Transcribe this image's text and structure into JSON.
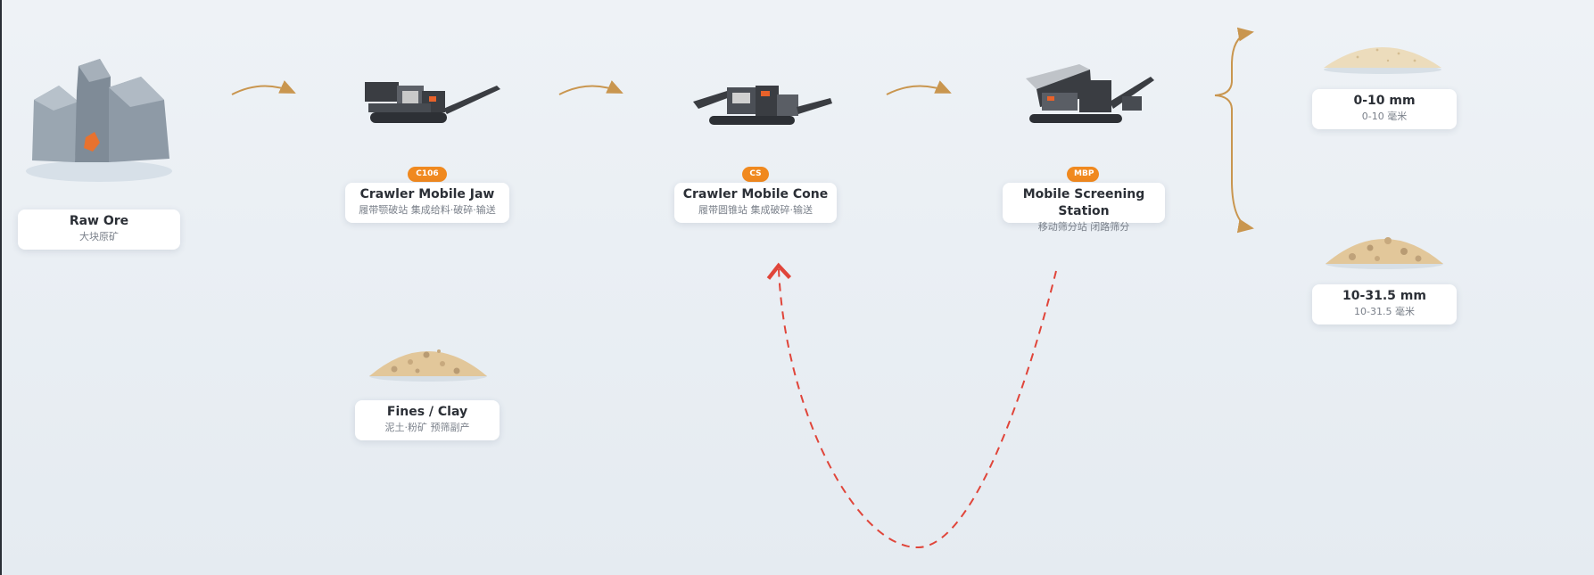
{
  "nodes": {
    "raw_ore": {
      "title": "Raw Ore",
      "subtitle": "大块原矿"
    },
    "jaw": {
      "badge": "C106",
      "title": "Crawler Mobile Jaw",
      "subtitle": "履带颚破站 集成给料·破碎·输送"
    },
    "cone": {
      "badge": "CS",
      "title": "Crawler Mobile Cone",
      "subtitle": "履带圆锥站 集成破碎·输送"
    },
    "screen": {
      "badge": "MBP",
      "title": "Mobile Screening Station",
      "subtitle": "移动筛分站 闭路筛分"
    },
    "fines": {
      "title": "Fines / Clay",
      "subtitle": "泥土·粉矿 预筛副产"
    },
    "product_fine": {
      "title": "0-10 mm",
      "subtitle": "0-10 毫米"
    },
    "product_coarse": {
      "title": "10-31.5 mm",
      "subtitle": "10-31.5 毫米"
    }
  },
  "colors": {
    "flow_arrow": "#c9964f",
    "recycle_arrow": "#e0453a",
    "badge": "#f0891f",
    "machine_orange": "#e8622a",
    "machine_body": "#3a3d42",
    "rock": "#8d99a5",
    "sand": "#e8d5b0"
  }
}
